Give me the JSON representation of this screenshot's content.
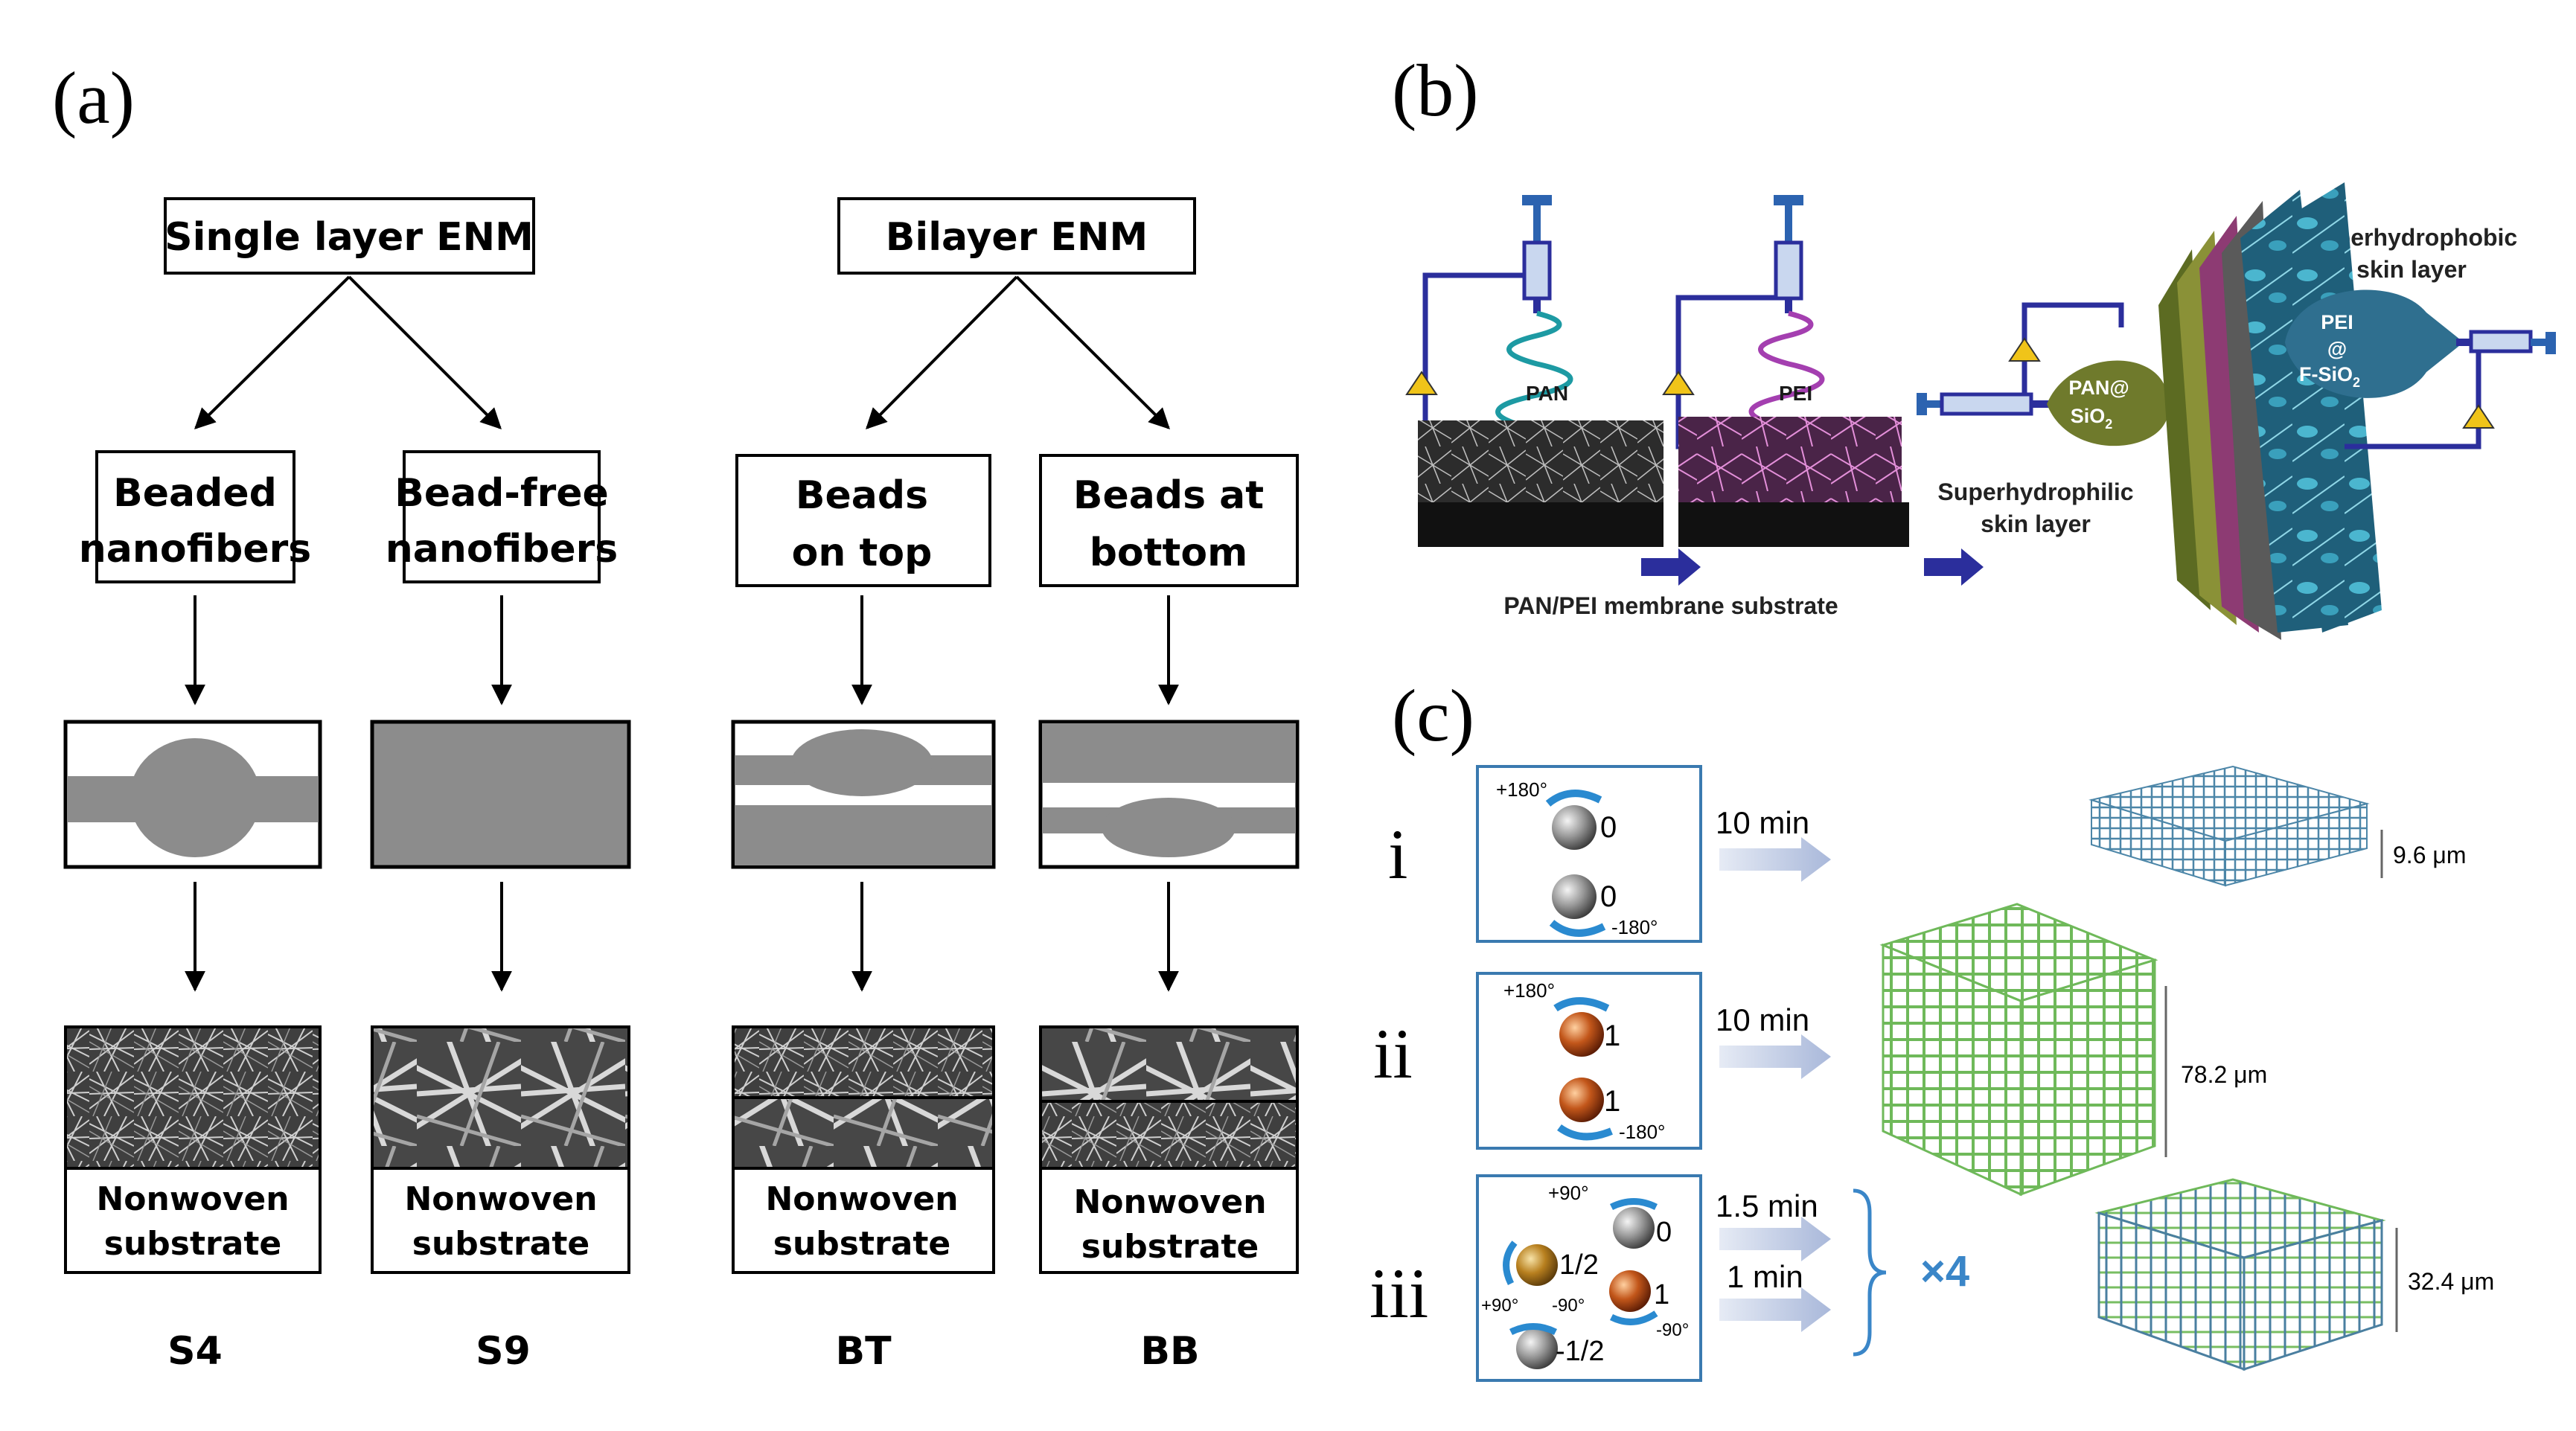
{
  "panels": {
    "a": {
      "label": "(a)",
      "single": {
        "title": "Single layer ENM",
        "col1": {
          "line1": "Beaded",
          "line2": "nanofibers",
          "substrate1": "Nonwoven",
          "substrate2": "substrate",
          "code": "S4"
        },
        "col2": {
          "line1": "Bead-free",
          "line2": "nanofibers",
          "substrate1": "Nonwoven",
          "substrate2": "substrate",
          "code": "S9"
        }
      },
      "bilayer": {
        "title": "Bilayer ENM",
        "col1": {
          "line1": "Beads",
          "line2": "on top",
          "substrate1": "Nonwoven",
          "substrate2": "substrate",
          "code": "BT"
        },
        "col2": {
          "line1": "Beads at",
          "line2": "bottom",
          "substrate1": "Nonwoven",
          "substrate2": "substrate",
          "code": "BB"
        }
      }
    },
    "b": {
      "label": "(b)",
      "pan": "PAN",
      "pei": "PEI",
      "substrate_label": "PAN/PEI membrane substrate",
      "superhydrophilic1": "Superhydrophilic",
      "superhydrophilic2": "skin layer",
      "superhydrophobic1": "Superhydrophobic",
      "superhydrophobic2": "skin layer",
      "pan_sio2_1": "PAN@",
      "pan_sio2_2": "SiO",
      "pan_sio2_sub": "2",
      "pei_fsio2_1": "PEI",
      "pei_fsio2_2": "@",
      "pei_fsio2_3": "F-SiO",
      "pei_fsio2_sub": "2"
    },
    "c": {
      "label": "(c)",
      "rows": [
        {
          "numeral": "i",
          "top_angle": "+180°",
          "bottom_angle": "-180°",
          "val1": "0",
          "val2": "0",
          "time": "10 min",
          "thickness": "9.6 μm"
        },
        {
          "numeral": "ii",
          "top_angle": "+180°",
          "bottom_angle": "-180°",
          "val1": "1",
          "val2": "1",
          "time": "10 min",
          "thickness": "78.2 μm"
        },
        {
          "numeral": "iii",
          "angle_top": "+90°",
          "angle_left": "+90°",
          "angle_mid": "-90°",
          "angle_right": "-90°",
          "val1": "0",
          "val2": "1/2",
          "val3": "1",
          "val4": "-1/2",
          "time1": "1.5 min",
          "time2": "1 min",
          "multiplier": "×4",
          "thickness": "32.4 μm"
        }
      ]
    }
  },
  "colors": {
    "box_grey": "#8c8c8c",
    "nav_blue": "#2b2e9c",
    "teal": "#1d9aa3",
    "magenta": "#a43fb0",
    "olive": "#6f7a2c",
    "steel_blue": "#2f6f8f",
    "fiber_green": "#7cc36a",
    "fiber_blue": "#4c86a8",
    "arrow_light": "#b9c7e3",
    "accent_blue": "#3a86c8"
  }
}
